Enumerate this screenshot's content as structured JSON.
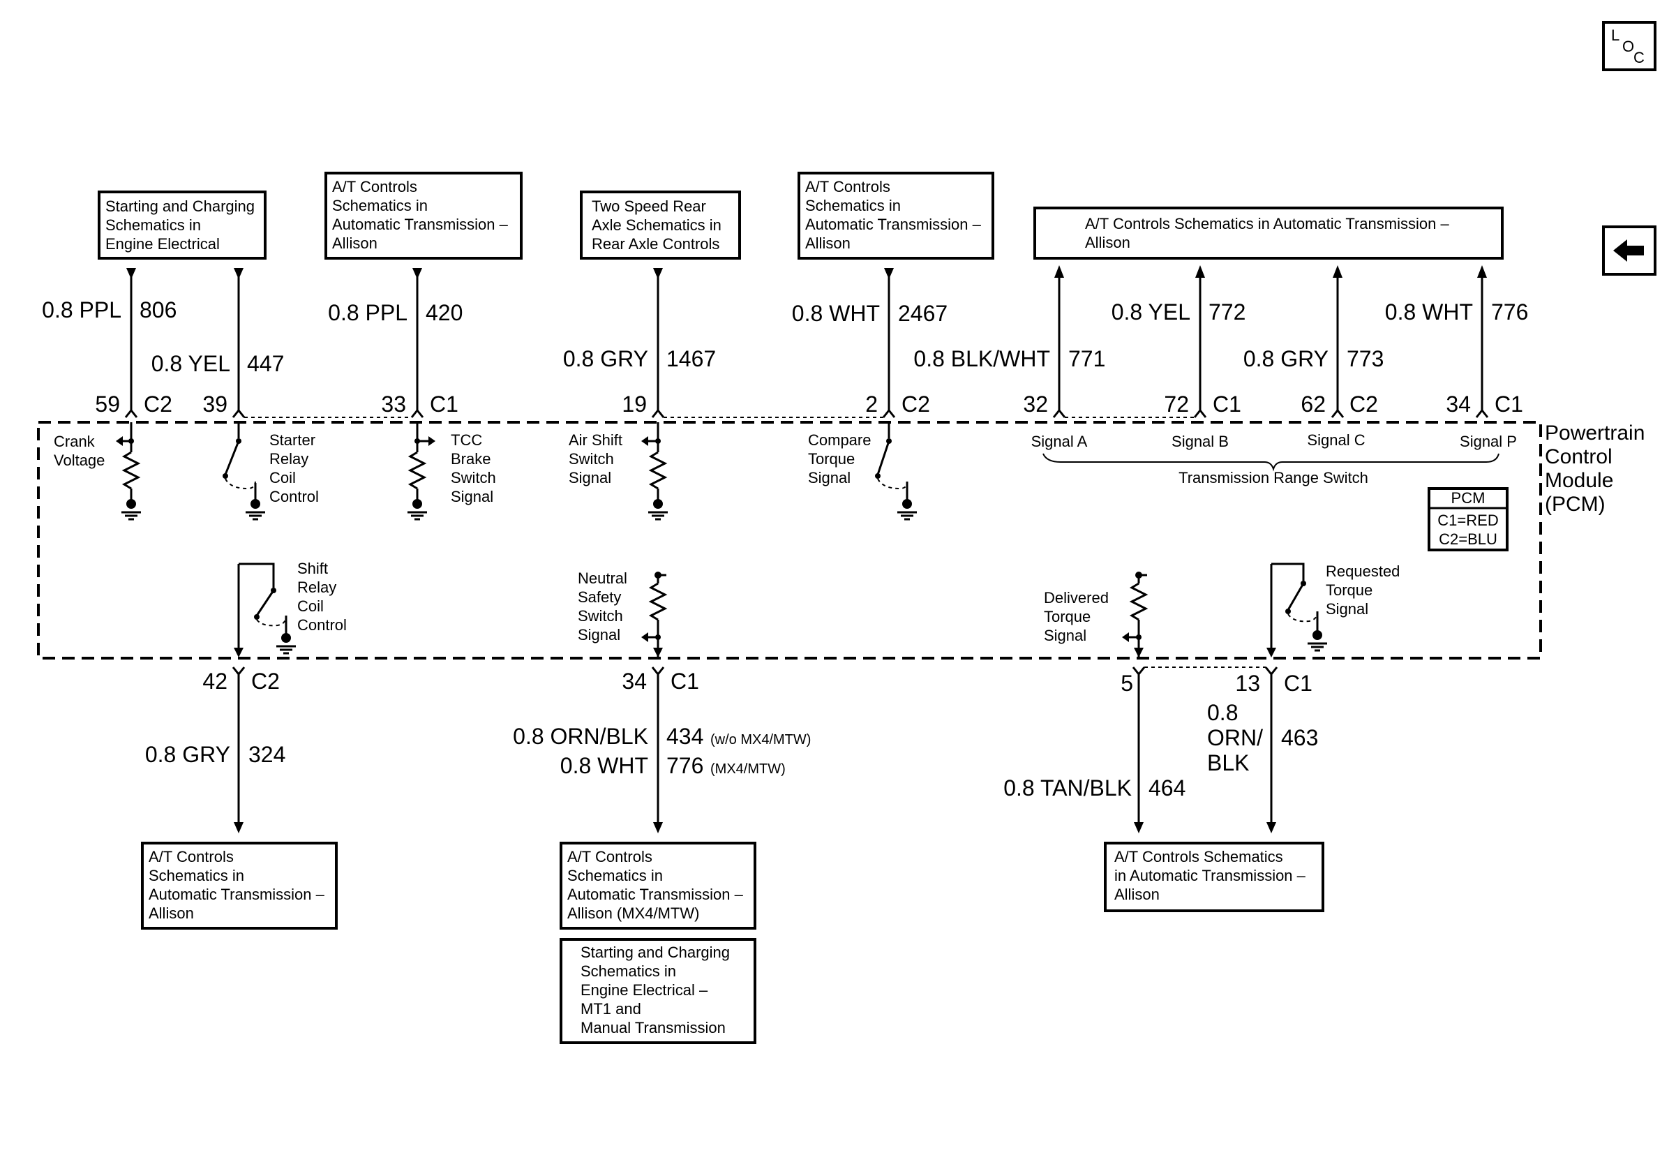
{
  "loc_icon": {
    "l": "L",
    "o": "O",
    "c": "C"
  },
  "back_icon": "arrow-left-icon",
  "module": {
    "name": [
      "Powertrain",
      "Control",
      "Module",
      "(PCM)"
    ],
    "legend_title": "PCM",
    "legend_lines": [
      "C1=RED",
      "C2=BLU"
    ]
  },
  "boxes": {
    "starting_top": [
      "Starting and Charging",
      "Schematics in",
      "Engine Electrical"
    ],
    "at_top1": [
      "A/T Controls",
      "Schematics in",
      "Automatic Transmission –",
      "Allison"
    ],
    "rear_axle": [
      "Two Speed Rear",
      "Axle Schematics in",
      "Rear Axle Controls"
    ],
    "at_top2": [
      "A/T Controls",
      "Schematics in",
      "Automatic Transmission –",
      "Allison"
    ],
    "at_top3": [
      "A/T Controls Schematics in Automatic Transmission –",
      "Allison"
    ],
    "at_bottom1": [
      "A/T Controls",
      "Schematics in",
      "Automatic Transmission –",
      "Allison"
    ],
    "at_bottom2": [
      "A/T Controls",
      "Schematics in",
      "Automatic Transmission –",
      "Allison (MX4/MTW)"
    ],
    "starting_bottom": [
      "Starting and Charging",
      "Schematics in",
      "Engine Electrical –",
      "MT1 and",
      "Manual Transmission"
    ],
    "at_bottom3": [
      "A/T Controls Schematics",
      "in Automatic Transmission –",
      "Allison"
    ]
  },
  "top_wires": [
    {
      "size_color": "0.8 PPL",
      "circuit": "806",
      "pin": "59",
      "connector": "C2"
    },
    {
      "size_color": "0.8 YEL",
      "circuit": "447",
      "pin": "39",
      "connector": ""
    },
    {
      "size_color": "0.8 PPL",
      "circuit": "420",
      "pin": "33",
      "connector": "C1"
    },
    {
      "size_color": "0.8 GRY",
      "circuit": "1467",
      "pin": "19",
      "connector": ""
    },
    {
      "size_color": "0.8 WHT",
      "circuit": "2467",
      "pin": "2",
      "connector": "C2"
    },
    {
      "size_color": "0.8 BLK/WHT",
      "circuit": "771",
      "pin": "32",
      "connector": ""
    },
    {
      "size_color": "0.8 YEL",
      "circuit": "772",
      "pin": "72",
      "connector": "C1"
    },
    {
      "size_color": "0.8 GRY",
      "circuit": "773",
      "pin": "62",
      "connector": "C2"
    },
    {
      "size_color": "0.8 WHT",
      "circuit": "776",
      "pin": "34",
      "connector": "C1"
    }
  ],
  "bottom_wires": [
    {
      "size_color": "0.8 GRY",
      "circuit": "324",
      "pin": "42",
      "connector": "C2"
    },
    {
      "size_color": "0.8 ORN/BLK",
      "circuit": "434",
      "note": "(w/o MX4/MTW)",
      "pin": "34",
      "connector": "C1"
    },
    {
      "size_color": "0.8 WHT",
      "circuit": "776",
      "note": "(MX4/MTW)"
    },
    {
      "size_color": "0.8 TAN/BLK",
      "circuit": "464",
      "pin": "5",
      "connector": ""
    },
    {
      "size_color_lines": [
        "0.8",
        "ORN/",
        "BLK"
      ],
      "circuit": "463",
      "pin": "13",
      "connector": "C1"
    }
  ],
  "signals": {
    "crank": [
      "Crank",
      "Voltage"
    ],
    "starter": [
      "Starter",
      "Relay",
      "Coil",
      "Control"
    ],
    "tcc": [
      "TCC",
      "Brake",
      "Switch",
      "Signal"
    ],
    "airshift": [
      "Air Shift",
      "Switch",
      "Signal"
    ],
    "compare": [
      "Compare",
      "Torque",
      "Signal"
    ],
    "sig_a": "Signal A",
    "sig_b": "Signal B",
    "sig_c": "Signal C",
    "sig_p": "Signal P",
    "trs": "Transmission Range Switch",
    "shift": [
      "Shift",
      "Relay",
      "Coil",
      "Control"
    ],
    "neutral": [
      "Neutral",
      "Safety",
      "Switch",
      "Signal"
    ],
    "delivered": [
      "Delivered",
      "Torque",
      "Signal"
    ],
    "requested": [
      "Requested",
      "Torque",
      "Signal"
    ]
  }
}
